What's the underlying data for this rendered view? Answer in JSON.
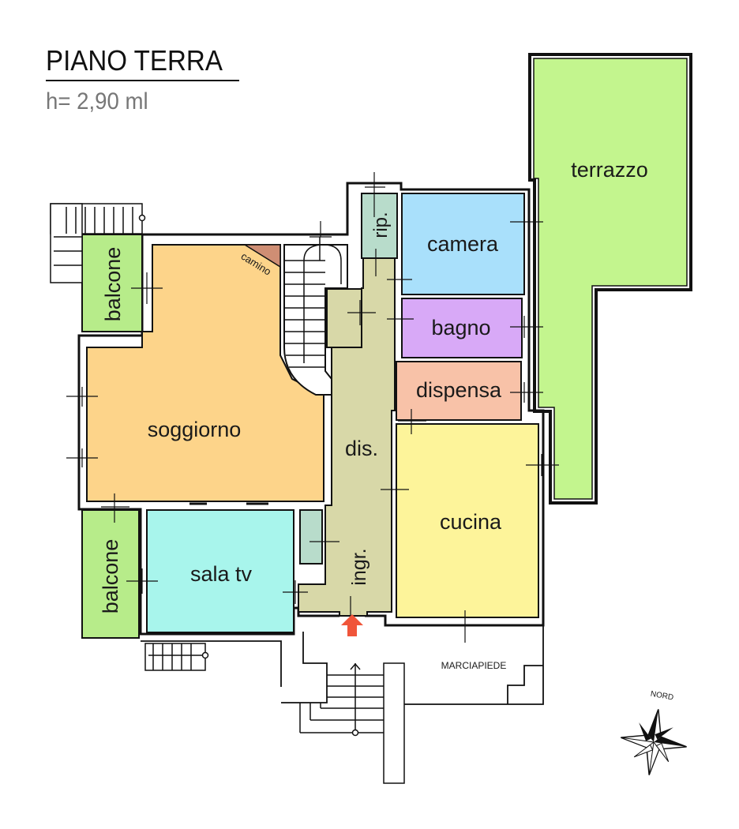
{
  "header": {
    "title": "PIANO TERRA",
    "height_note": "h= 2,90 ml"
  },
  "colors": {
    "soggiorno": "#fdd48a",
    "balcone": "#b7ec8a",
    "terrazzo": "#c3f58e",
    "camera": "#a9e0fb",
    "bagno": "#d8a9f7",
    "dispensa": "#f8c2a8",
    "cucina": "#fdf49a",
    "sala_tv": "#a8f5ec",
    "corridor": "#d8d8a8",
    "rip": "#b8dccb",
    "camino": "#cf8e74",
    "entry_arrow": "#f0553a",
    "wall": "#111111"
  },
  "rooms": {
    "terrazzo": "terrazzo",
    "camera": "camera",
    "rip": "rip.",
    "bagno": "bagno",
    "dispensa": "dispensa",
    "soggiorno": "soggiorno",
    "camino": "camino",
    "balcone_top": "balcone",
    "balcone_bottom": "balcone",
    "dis": "dis.",
    "cucina": "cucina",
    "sala_tv": "sala tv",
    "ingr": "ingr.",
    "marciapiede": "MARCIAPIEDE"
  },
  "compass": {
    "label": "NORD"
  },
  "icons": {
    "entry": "entry-arrow-icon",
    "compass": "compass-rose-icon"
  }
}
